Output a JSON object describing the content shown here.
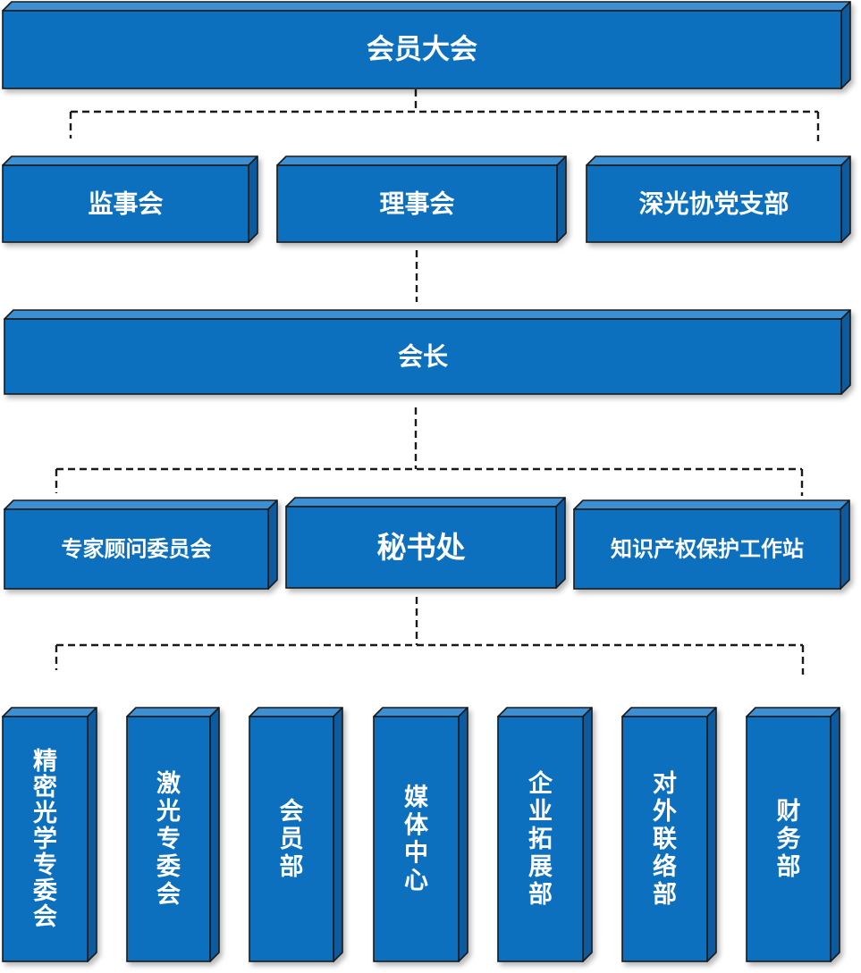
{
  "org": {
    "assembly": "会员大会",
    "supervisors": "监事会",
    "council": "理事会",
    "party_branch": "深光协党支部",
    "president": "会长",
    "experts": "专家顾问委员会",
    "secretariat": "秘书处",
    "ip_station": "知识产权保护工作站",
    "departments": [
      "精密光学专委会",
      "激光专委会",
      "会员部",
      "媒体中心",
      "企业拓展部",
      "对外联络部",
      "财务部"
    ]
  },
  "colors": {
    "front": "#0d6fbf",
    "top": "#3d8fd4",
    "side": "#0b5a9f",
    "edge": "#1a1a1a",
    "text": "#ffffff"
  }
}
